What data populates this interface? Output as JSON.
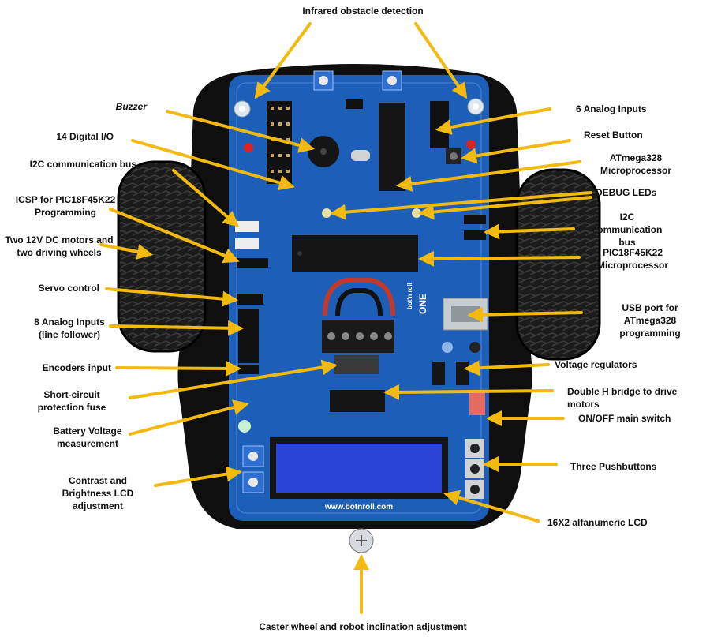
{
  "title": "Infrared obstacle detection",
  "labels": {
    "buzzer": "Buzzer",
    "digital_io": "14 Digital I/O",
    "i2c_left": "I2C communication bus",
    "icsp": "ICSP for PIC18F45K22\nProgramming",
    "motors": "Two 12V DC motors and\ntwo driving wheels",
    "servo": "Servo control",
    "analog8": "8 Analog Inputs\n(line follower)",
    "encoders": "Encoders input",
    "fuse": "Short-circuit\nprotection fuse",
    "battery": "Battery Voltage\nmeasurement",
    "contrast": "Contrast and\nBrightness LCD\nadjustment",
    "analog6": "6 Analog Inputs",
    "reset": "Reset Button",
    "atmega": "ATmega328\nMicroprocessor",
    "debug": "DEBUG LEDs",
    "i2c_right": "I2C communication\nbus",
    "pic": "PIC18F45K22\nMicroprocessor",
    "usb": "USB port for ATmega328\nprogramming",
    "regulators": "Voltage regulators",
    "hbridge": "Double H bridge to drive motors",
    "switch": "ON/OFF main switch",
    "pushbuttons": "Three Pushbuttons",
    "lcd": "16X2 alfanumeric LCD",
    "caster": "Caster wheel and robot inclination adjustment"
  },
  "board": {
    "url": "www.botnroll.com",
    "brand": "bot'n roll",
    "brand2": "ONE"
  },
  "colors": {
    "arrow": "#f2b90f",
    "pcb": "#1d5fb8",
    "chassis": "#0f0f0f",
    "lcd": "#2a44d8"
  }
}
